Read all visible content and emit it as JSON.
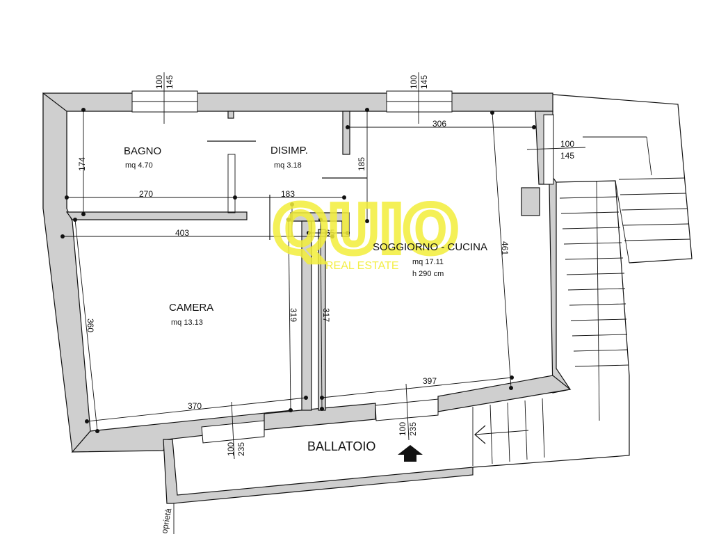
{
  "rooms": {
    "bagno": {
      "name": "BAGNO",
      "area": "mq 4.70"
    },
    "disimp": {
      "name": "DISIMP.",
      "area": "mq 3.18"
    },
    "soggiorno": {
      "name": "SOGGIORNO - CUCINA",
      "area": "mq 17.11",
      "height": "h 290 cm"
    },
    "camera": {
      "name": "CAMERA",
      "area": "mq 13.13"
    },
    "ballatoio": {
      "name": "BALLATOIO"
    }
  },
  "dimensions": {
    "d306": "306",
    "d270": "270",
    "d183": "183",
    "d403": "403",
    "d65": "65",
    "d174": "174",
    "d185": "185",
    "d461": "461",
    "d360": "360",
    "d319": "319",
    "d317": "317",
    "d370": "370",
    "d397": "397"
  },
  "windows": {
    "w1": {
      "a": "100",
      "b": "145"
    },
    "w2": {
      "a": "100",
      "b": "145"
    },
    "w3": {
      "a": "100",
      "b": "145"
    },
    "w4": {
      "a": "100",
      "b": "235"
    },
    "w5": {
      "a": "100",
      "b": "235"
    }
  },
  "edge_text": "oprietà",
  "watermark": {
    "logo": "QUIO",
    "sub": "REAL ESTATE"
  }
}
